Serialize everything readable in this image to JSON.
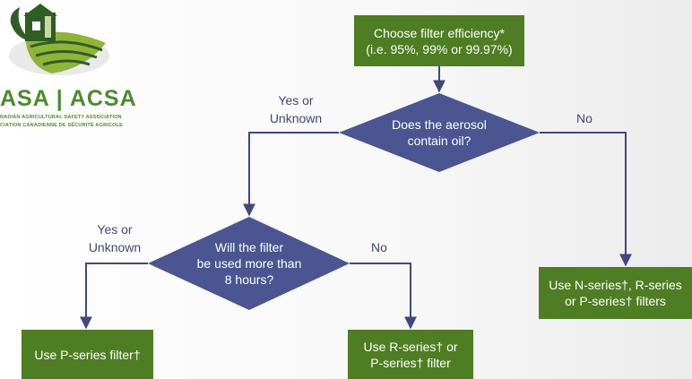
{
  "logo": {
    "name": "ASA | ACSA",
    "subtitle_en": "NADIAN AGRICULTURAL SAFETY ASSOCIATION",
    "subtitle_fr": "CIATION CANADIENNE DE SÉCURITÉ AGRICOLE"
  },
  "start": {
    "line1": "Choose filter efficiency*",
    "line2": "(i.e. 95%, 99% or 99.97%)"
  },
  "decision_oil": {
    "line1": "Does the aerosol",
    "line2": "contain oil?",
    "yes_line1": "Yes or",
    "yes_line2": "Unknown",
    "no": "No"
  },
  "decision_hours": {
    "line1": "Will the filter",
    "line2": "be used more than",
    "line3": "8 hours?",
    "yes_line1": "Yes or",
    "yes_line2": "Unknown",
    "no": "No"
  },
  "result_n": {
    "line1": "Use N-series†, R-series",
    "line2": "or P-series† filters"
  },
  "result_p": {
    "line1": "Use P-series filter†"
  },
  "result_r": {
    "line1": "Use R-series† or",
    "line2": "P-series† filter"
  },
  "colors": {
    "box_green": "#4f7d23",
    "diamond_blue": "#4a5591",
    "arrow_blue": "#3d4a7a",
    "brand_green": "#4d8a2f"
  }
}
